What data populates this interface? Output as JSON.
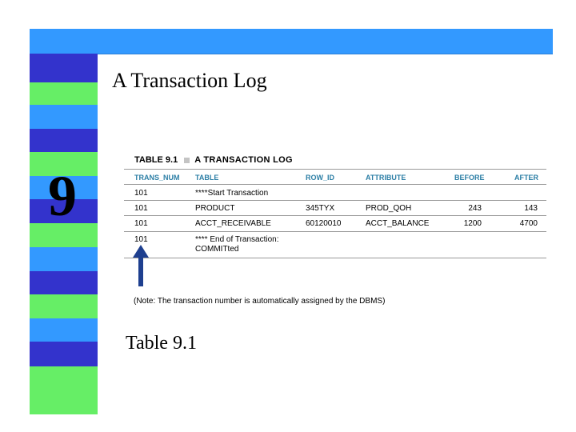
{
  "slide": {
    "chapter_number": "9",
    "title": "A Transaction Log",
    "caption": "Table 9.1"
  },
  "table": {
    "label": "TABLE 9.1",
    "name": "A TRANSACTION LOG",
    "headers": {
      "trans_num": "TRANS_NUM",
      "table": "TABLE",
      "row_id": "ROW_ID",
      "attribute": "ATTRIBUTE",
      "before": "BEFORE",
      "after": "AFTER"
    },
    "rows": [
      {
        "trans_num": "101",
        "table": "****Start Transaction",
        "row_id": "",
        "attribute": "",
        "before": "",
        "after": ""
      },
      {
        "trans_num": "101",
        "table": "PRODUCT",
        "row_id": "345TYX",
        "attribute": "PROD_QOH",
        "before": "243",
        "after": "143"
      },
      {
        "trans_num": "101",
        "table": "ACCT_RECEIVABLE",
        "row_id": "60120010",
        "attribute": "ACCT_BALANCE",
        "before": "1200",
        "after": "4700"
      },
      {
        "trans_num": "101",
        "table": "**** End of Transaction:",
        "table_line2": "COMMITted",
        "row_id": "",
        "attribute": "",
        "before": "",
        "after": ""
      }
    ],
    "note": "(Note: The transaction number is automatically assigned by the DBMS)"
  },
  "colors": {
    "top_bar": "#3399ff",
    "stripe_blue": "#3333cc",
    "stripe_green": "#66ee66",
    "stripe_cyan": "#3399ff",
    "header_text": "#2d7fa6",
    "arrow": "#1e3f8f"
  },
  "icons": {
    "arrow": "up-arrow-icon"
  }
}
